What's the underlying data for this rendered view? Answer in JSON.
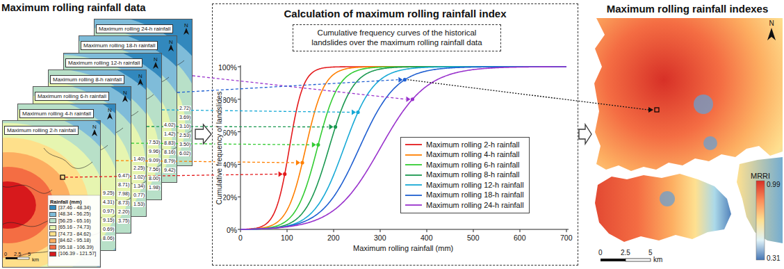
{
  "diagram": {
    "nodes": [
      {
        "text": [
          "Maximum rolling rainfall data"
        ]
      },
      {
        "text": [
          "Maximum rolling 24-h rainfall"
        ],
        "in": 0
      },
      {
        "text": [
          "Maximum rolling 18-h rainfall"
        ],
        "in": 0
      },
      {
        "text": [
          "Maximum rolling 12-h rainfall"
        ],
        "in": 0
      },
      {
        "text": [
          "Maximum rolling 8-h rainfall"
        ],
        "in": 0
      },
      {
        "text": [
          "Maximum rolling 6-h rainfall"
        ],
        "in": 0
      },
      {
        "text": [
          "Maximum rolling 4-h rainfall"
        ],
        "in": 0
      },
      {
        "text": [
          "Maximum rolling 2-h rainfall"
        ],
        "in": 0
      },
      {
        "text": [
          "Calculation of maximum rolling rainfall index"
        ]
      },
      {
        "text": [
          "Cumulative frequency curves of the historical landslides over the maximum rolling rainfall data"
        ],
        "in": 8
      },
      {
        "text": [
          "Maximum rolling rainfall indexes"
        ]
      }
    ],
    "edges": [
      {
        "from": 0,
        "to": 8,
        "arrow": "to"
      },
      {
        "from": 8,
        "to": 10,
        "arrow": "to"
      }
    ],
    "labels": [
      "N",
      "N",
      "N",
      "N",
      "N",
      "N",
      "N",
      "Rainfall (mm)",
      "0",
      "2.5",
      "5",
      "km",
      "2.72)",
      "3.69)",
      "3.10)",
      "2.53)",
      "3.50)",
      "6.02)",
      "4.02)",
      "1.42)",
      "8.83)",
      "8.16)",
      "8.79)",
      "9.42)",
      "7.53)",
      "9.96)",
      "9.09)",
      "7.56)",
      "8.00)",
      "1.98)",
      "1.40)",
      "2.25)",
      "1.02)",
      "1.34)",
      "0.77)",
      "1.53)",
      "6.47)",
      "8.71)",
      "7.98)",
      "8.73)",
      "2.20)",
      "3.75)",
      "9.25)",
      "4.31)",
      "0.97)",
      "9.15)",
      "0.69)",
      "8.06)",
      "0%",
      "20%",
      "40%",
      "60%",
      "80%",
      "100%",
      "0",
      "100",
      "200",
      "300",
      "400",
      "500",
      "600",
      "700",
      "Maximum rolling rainfall (mm)",
      "Cumulative frequency of landslides",
      "N",
      "0",
      "2.5",
      "5",
      "km",
      "MRRI",
      "0.99",
      "0.31"
    ],
    "legend": [
      {
        "text": "[37.46 - 48.34)",
        "color": "#3288bd"
      },
      {
        "text": "[48.34 - 56.25)",
        "color": "#7fbcd9"
      },
      {
        "text": "[56.25 - 65.16)",
        "color": "#b8e0c8"
      },
      {
        "text": "[65.16 - 74.73)",
        "color": "#e6f5b0"
      },
      {
        "text": "[74.73 - 84.62)",
        "color": "#fee08b"
      },
      {
        "text": "[84.62 - 95.18)",
        "color": "#fdae61"
      },
      {
        "text": "[95.18 - 106.39)",
        "color": "#f46d43"
      },
      {
        "text": "[106.39 - 121.57]",
        "color": "#d7191c"
      },
      {
        "text": "Maximum rolling 2-h rainfall"
      },
      {
        "text": "Maximum rolling 4-h rainfall"
      },
      {
        "text": "Maximum rolling 6-h rainfall"
      },
      {
        "text": "Maximum rolling 8-h rainfall"
      },
      {
        "text": "Maximum rolling 12-h rainfall"
      },
      {
        "text": "Maximum rolling 18-h rainfall"
      },
      {
        "text": "Maximum rolling 24-h rainfall"
      }
    ]
  }
}
